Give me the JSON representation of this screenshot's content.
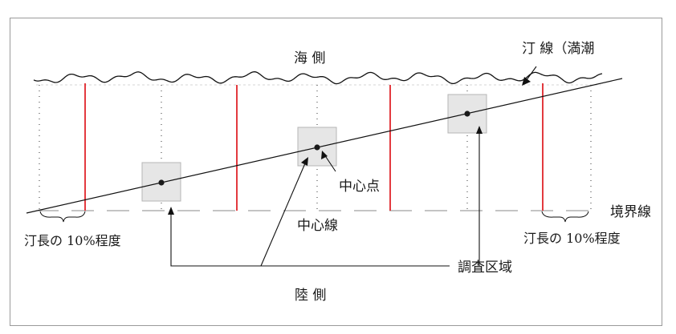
{
  "diagram": {
    "sea_side": "海 側",
    "land_side": "陸 側",
    "shoreline": "汀 線（満潮",
    "boundary_line": "境界線",
    "center_line": "中心線",
    "center_point": "中心点",
    "survey_area": "調査区域",
    "edge_left": "汀長の 10%程度",
    "edge_right": "汀長の 10%程度"
  },
  "colors": {
    "frame": "#9a9a9a",
    "line": "#111111",
    "transect": "#e0242a",
    "plot_fill": "#e6e6e6",
    "plot_stroke": "#b5b5b5",
    "dashed": "#8a8a8a"
  }
}
